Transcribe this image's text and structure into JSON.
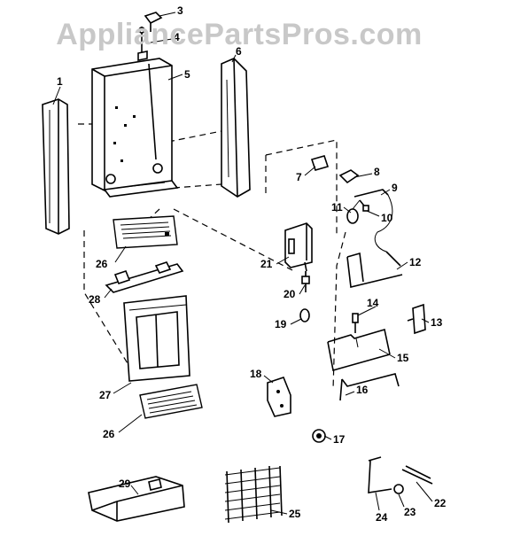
{
  "watermark": "AppliancePartsPros.com",
  "parts": [
    {
      "id": "p1",
      "label": "1"
    },
    {
      "id": "p3",
      "label": "3"
    },
    {
      "id": "p4",
      "label": "4"
    },
    {
      "id": "p5",
      "label": "5"
    },
    {
      "id": "p6",
      "label": "6"
    },
    {
      "id": "p7",
      "label": "7"
    },
    {
      "id": "p8",
      "label": "8"
    },
    {
      "id": "p9",
      "label": "9"
    },
    {
      "id": "p10",
      "label": "10"
    },
    {
      "id": "p11",
      "label": "11"
    },
    {
      "id": "p12",
      "label": "12"
    },
    {
      "id": "p13",
      "label": "13"
    },
    {
      "id": "p14",
      "label": "14"
    },
    {
      "id": "p15",
      "label": "15"
    },
    {
      "id": "p16",
      "label": "16"
    },
    {
      "id": "p17",
      "label": "17"
    },
    {
      "id": "p18",
      "label": "18"
    },
    {
      "id": "p19",
      "label": "19"
    },
    {
      "id": "p20",
      "label": "20"
    },
    {
      "id": "p21",
      "label": "21"
    },
    {
      "id": "p22",
      "label": "22"
    },
    {
      "id": "p23",
      "label": "23"
    },
    {
      "id": "p24",
      "label": "24"
    },
    {
      "id": "p25",
      "label": "25"
    },
    {
      "id": "p26a",
      "label": "26"
    },
    {
      "id": "p26b",
      "label": "26"
    },
    {
      "id": "p27",
      "label": "27"
    },
    {
      "id": "p28",
      "label": "28"
    },
    {
      "id": "p29",
      "label": "29"
    }
  ]
}
